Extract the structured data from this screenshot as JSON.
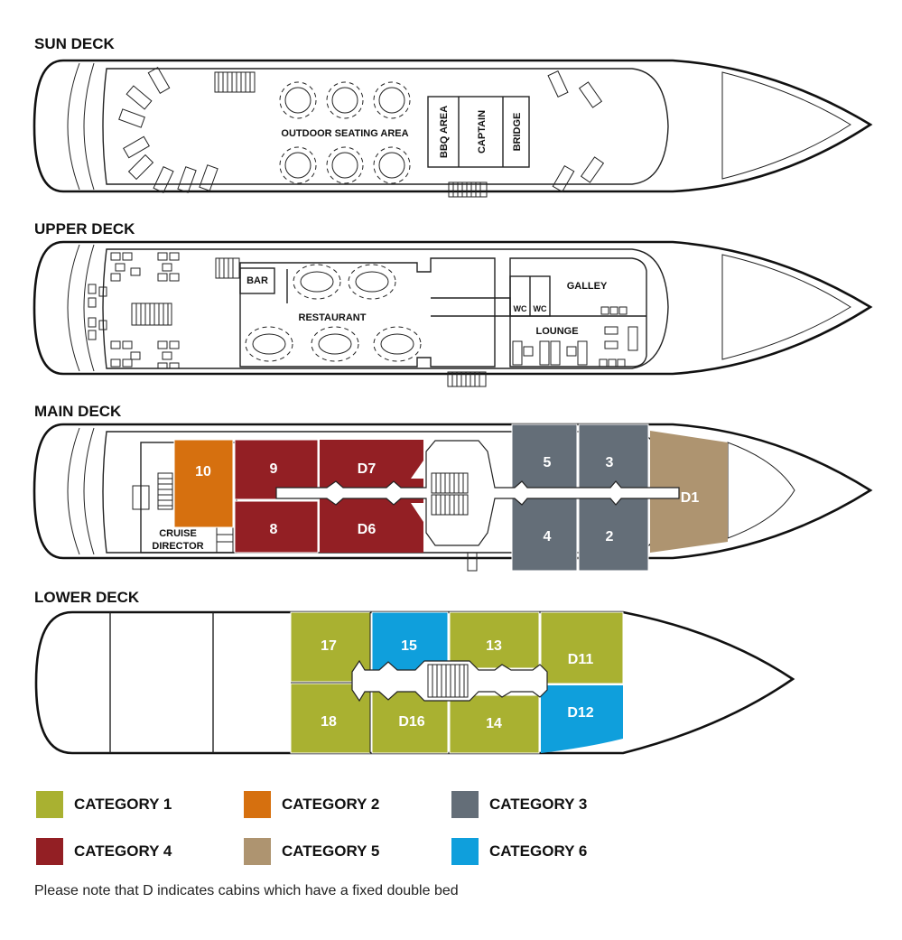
{
  "decks": {
    "sun": "SUN DECK",
    "upper": "UPPER DECK",
    "main": "MAIN DECK",
    "lower": "LOWER DECK"
  },
  "rooms": {
    "outdoor_seating": "OUTDOOR SEATING AREA",
    "bbq": "BBQ AREA",
    "captain": "CAPTAIN",
    "bridge": "BRIDGE",
    "bar": "BAR",
    "restaurant": "RESTAURANT",
    "galley": "GALLEY",
    "wc1": "WC",
    "wc2": "WC",
    "lounge": "LOUNGE",
    "cruise_director_1": "CRUISE",
    "cruise_director_2": "DIRECTOR"
  },
  "cabins": {
    "c10": "10",
    "c9": "9",
    "cD7": "D7",
    "c8": "8",
    "cD6": "D6",
    "c5": "5",
    "c3": "3",
    "c4": "4",
    "c2": "2",
    "cD1": "D1",
    "c17": "17",
    "c15": "15",
    "c13": "13",
    "cD11": "D11",
    "c18": "18",
    "cD16": "D16",
    "c14": "14",
    "cD12": "D12"
  },
  "colors": {
    "category1": "#a9b131",
    "category2": "#d6700f",
    "category3": "#646e78",
    "category4": "#931f24",
    "category5": "#ae9470",
    "category6": "#0f9fdc"
  },
  "legend": [
    {
      "label": "CATEGORY 1",
      "color": "#a9b131"
    },
    {
      "label": "CATEGORY 2",
      "color": "#d6700f"
    },
    {
      "label": "CATEGORY 3",
      "color": "#646e78"
    },
    {
      "label": "CATEGORY 4",
      "color": "#931f24"
    },
    {
      "label": "CATEGORY 5",
      "color": "#ae9470"
    },
    {
      "label": "CATEGORY 6",
      "color": "#0f9fdc"
    }
  ],
  "note": "Please note that D indicates cabins which have a fixed double bed"
}
